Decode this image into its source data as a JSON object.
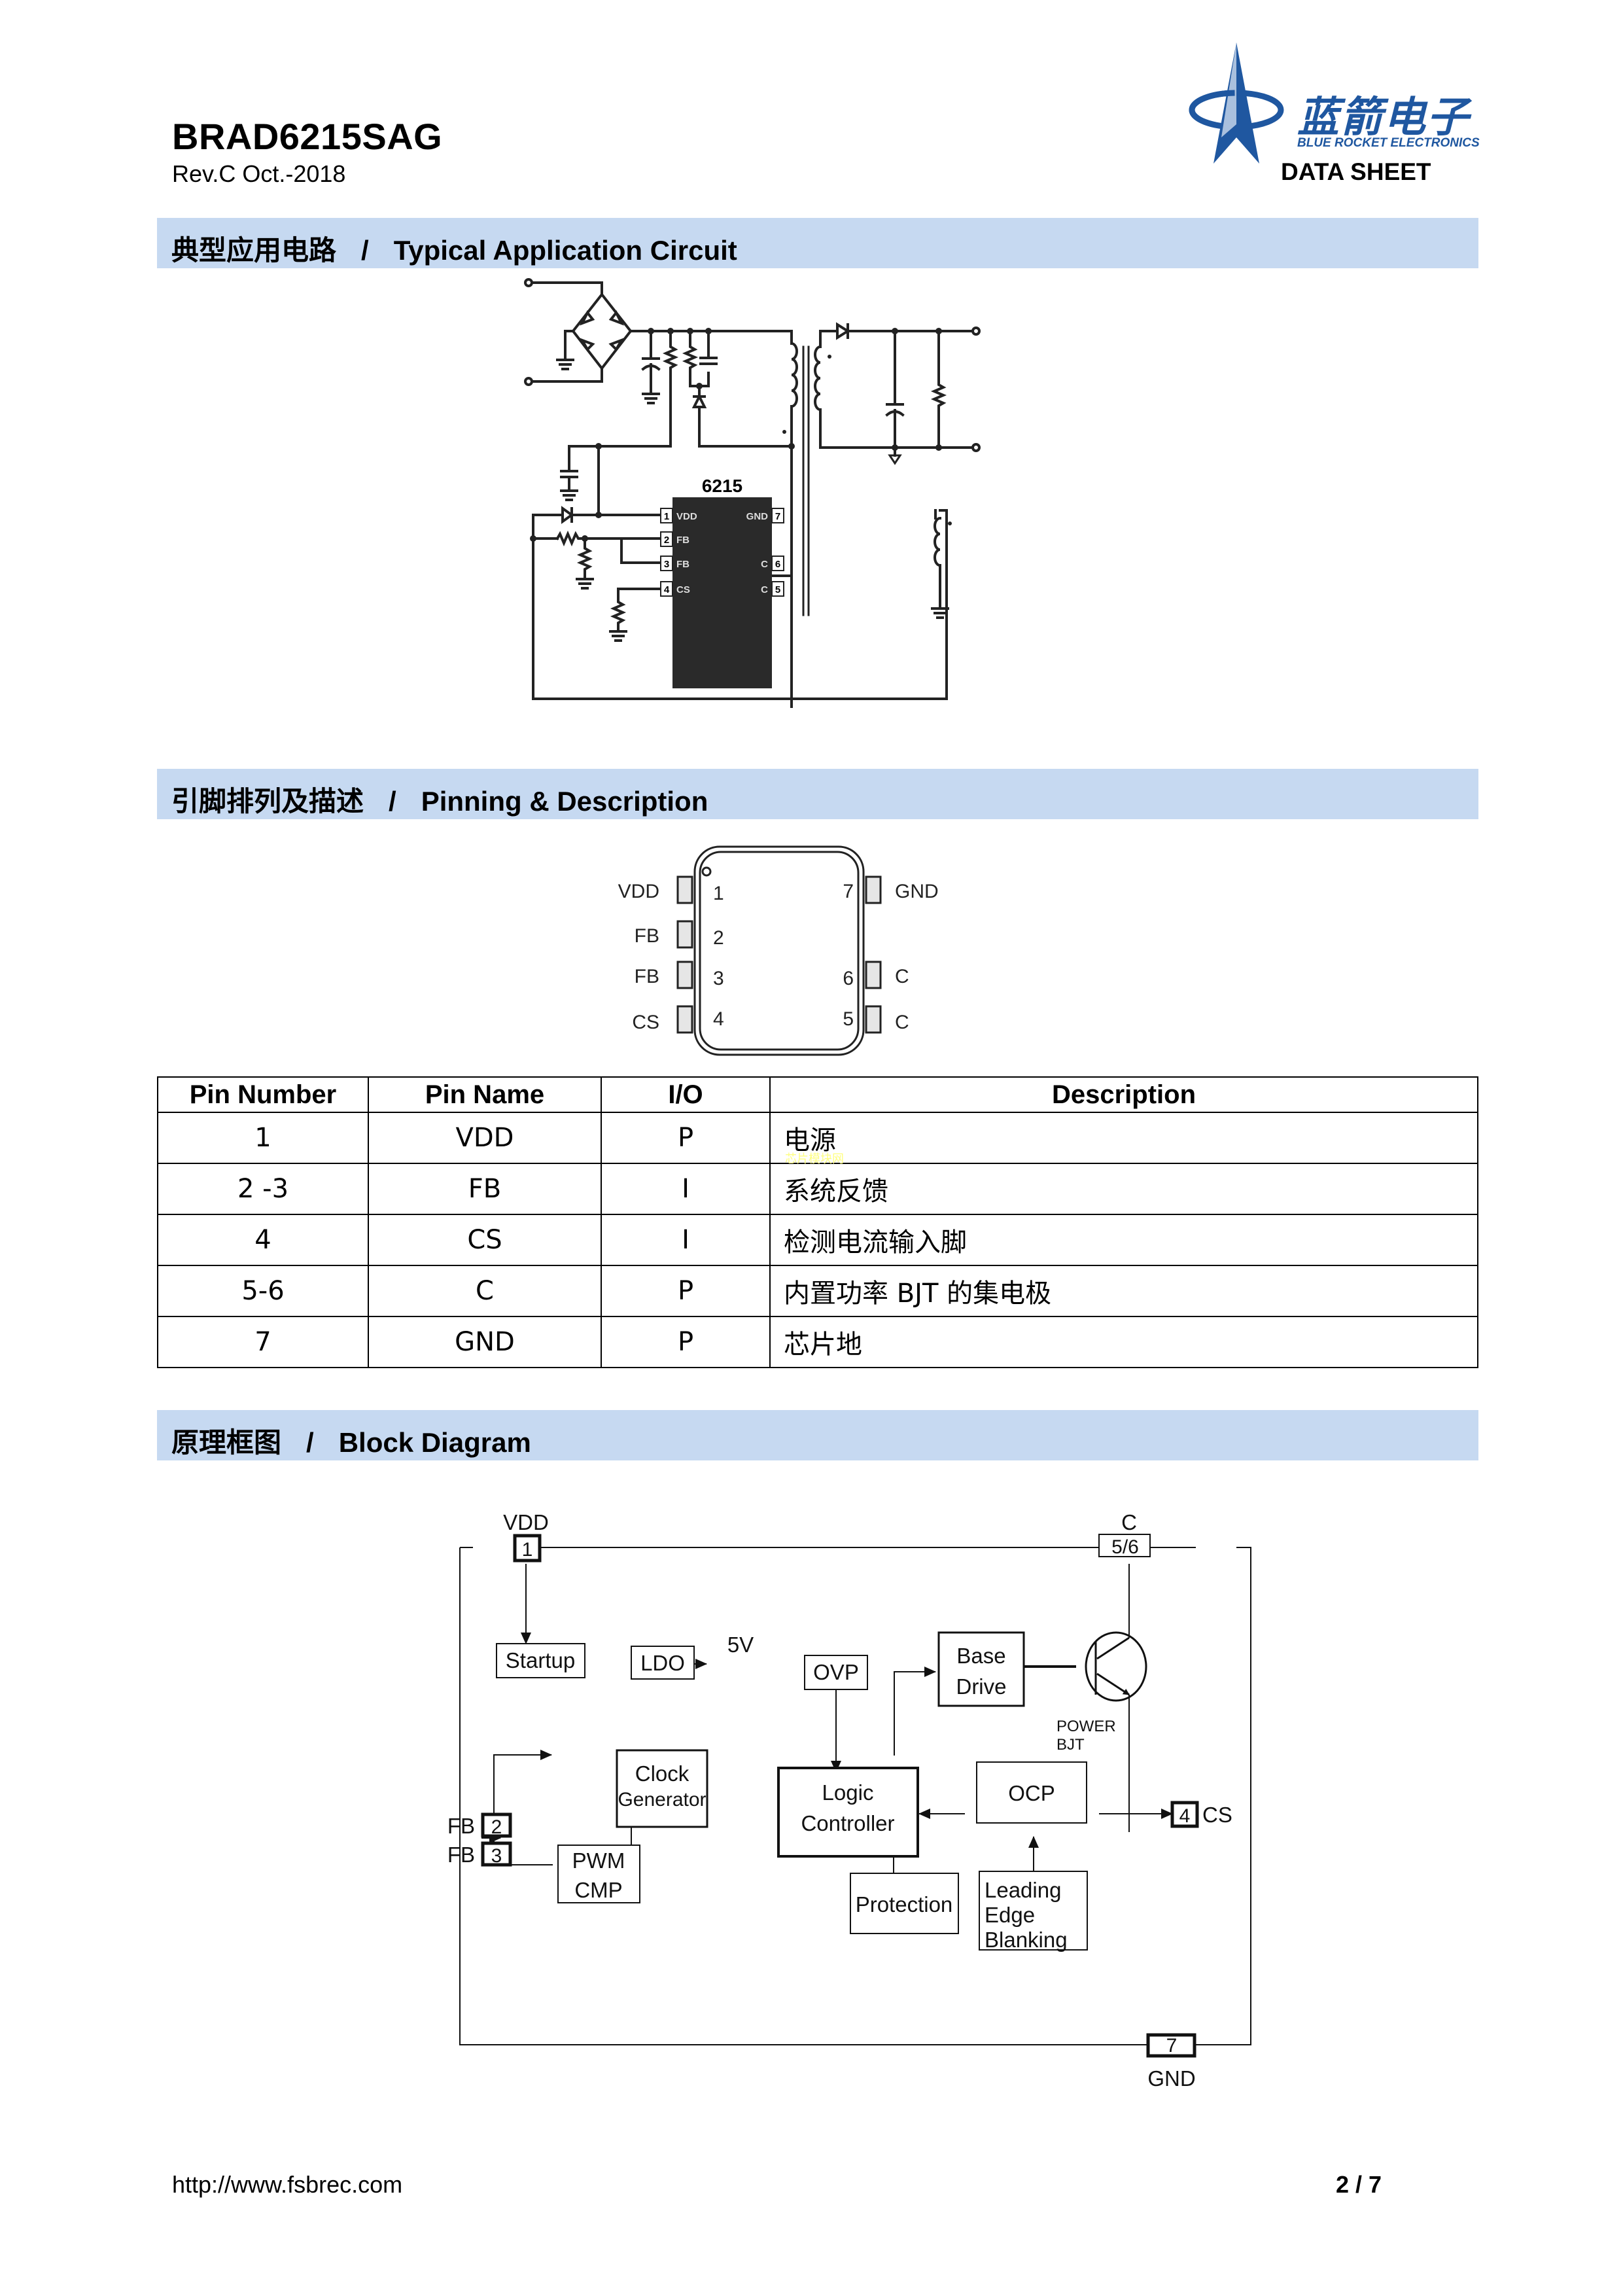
{
  "header": {
    "part_number": "BRAD6215SAG",
    "revision": "Rev.C Oct.-2018",
    "logo_cn": "蓝箭电子",
    "logo_en": "BLUE ROCKET ELECTRONICS",
    "doc_type": "DATA SHEET",
    "brand_color": "#1f57a0"
  },
  "sections": {
    "application": {
      "cn": "典型应用电路",
      "sep": "/",
      "en": "Typical Application Circuit"
    },
    "pinning": {
      "cn": "引脚排列及描述",
      "sep": "/",
      "en": "Pinning & Description"
    },
    "block": {
      "cn": "原理框图",
      "sep": "/",
      "en": "Block Diagram"
    },
    "bar_color": "#c6d9f1"
  },
  "app_circuit": {
    "ic_label": "6215",
    "ic_pins_left": [
      {
        "num": "1",
        "name": "VDD"
      },
      {
        "num": "2",
        "name": "FB"
      },
      {
        "num": "3",
        "name": "FB"
      },
      {
        "num": "4",
        "name": "CS"
      }
    ],
    "ic_pins_right": [
      {
        "num": "7",
        "name": "GND"
      },
      {
        "num": "6",
        "name": "C"
      },
      {
        "num": "5",
        "name": "C"
      }
    ]
  },
  "package": {
    "left_pins": [
      {
        "num": "1",
        "name": "VDD"
      },
      {
        "num": "2",
        "name": "FB"
      },
      {
        "num": "3",
        "name": "FB"
      },
      {
        "num": "4",
        "name": "CS"
      }
    ],
    "right_pins": [
      {
        "num": "7",
        "name": "GND"
      },
      {
        "num": "6",
        "name": "C"
      },
      {
        "num": "5",
        "name": "C"
      }
    ]
  },
  "pin_table": {
    "headers": [
      "Pin Number",
      "Pin Name",
      "I/O",
      "Description"
    ],
    "rows": [
      {
        "number": "1",
        "name": "VDD",
        "io": "P",
        "desc": "电源"
      },
      {
        "number": "2 -3",
        "name": "FB",
        "io": "I",
        "desc": "系统反馈"
      },
      {
        "number": "4",
        "name": "CS",
        "io": "I",
        "desc": "检测电流输入脚"
      },
      {
        "number": "5-6",
        "name": "C",
        "io": "P",
        "desc": "内置功率 BJT 的集电极"
      },
      {
        "number": "7",
        "name": "GND",
        "io": "P",
        "desc": "芯片地"
      }
    ],
    "watermark": "芯片模块网"
  },
  "block_diagram": {
    "pin_vdd": {
      "label": "VDD",
      "num": "1"
    },
    "pin_c": {
      "label": "C",
      "num": "5/6"
    },
    "pin_fb2": {
      "label": "FB",
      "num": "2"
    },
    "pin_fb3": {
      "label": "FB",
      "num": "3"
    },
    "pin_cs": {
      "label": "CS",
      "num": "4"
    },
    "pin_gnd": {
      "label": "GND",
      "num": "7"
    },
    "startup": "Startup",
    "ldo": "LDO",
    "ldo_out": "5V",
    "ovp": "OVP",
    "base_drive": [
      "Base",
      "Drive"
    ],
    "power_bjt": [
      "POWER",
      "BJT"
    ],
    "clock_gen": [
      "Clock",
      "Generator"
    ],
    "logic": [
      "Logic",
      "Controller"
    ],
    "ocp": "OCP",
    "pwm": [
      "PWM",
      "CMP"
    ],
    "protection": "Protection",
    "leb": [
      "Leading",
      "Edge",
      "Blanking"
    ]
  },
  "footer": {
    "url": "http://www.fsbrec.com",
    "page": "2 / 7"
  }
}
